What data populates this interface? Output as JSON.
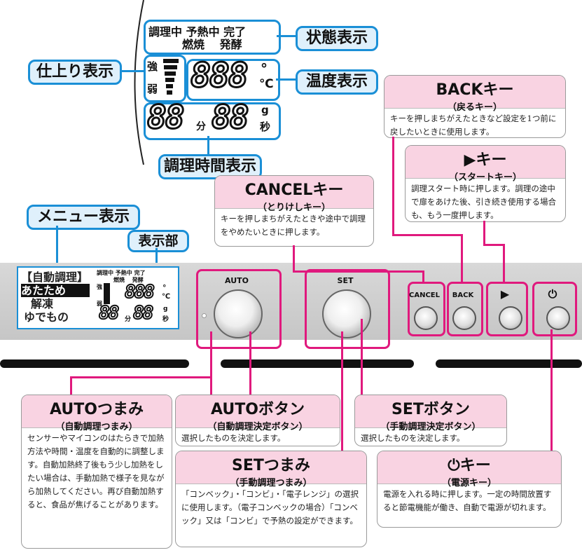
{
  "lcd_top": {
    "status_line1": "調理中 予熱中 完了",
    "status_line2": "燃焼　 発酵",
    "strength_high": "強",
    "strength_low": "弱",
    "temp_digits": "888",
    "deg": "°",
    "celsius": "℃",
    "time_min_digits": "88",
    "min_unit": "分",
    "time_sec_digits": "88",
    "g_unit": "g",
    "sec_unit": "秒"
  },
  "callouts": {
    "status": "状態表示",
    "finish": "仕上り表示",
    "temperature": "温度表示",
    "cook_time": "調理時間表示",
    "menu": "メニュー表示",
    "display_part": "表示部"
  },
  "menu_display": {
    "items": [
      "【自動調理】",
      "あたため",
      "解凍",
      "ゆでもの"
    ]
  },
  "panel": {
    "auto_label": "AUTO",
    "set_label": "SET",
    "cancel_label": "CANCEL",
    "back_label": "BACK",
    "start_symbol": "▶",
    "power_symbol": "⏻"
  },
  "cards": {
    "back": {
      "title": "BACKキー",
      "sub": "（戻るキー）",
      "body": "キーを押しまちがえたときなど設定を1つ前に戻したいときに使用します。"
    },
    "start": {
      "title": "▶キー",
      "sub": "（スタートキー）",
      "body": "調理スタート時に押します。調理の途中で扉をあけた後、引き続き使用する場合も、もう一度押します。"
    },
    "cancel": {
      "title": "CANCELキー",
      "sub": "（とりけしキー）",
      "body": "キーを押しまちがえたときや途中で調理をやめたいときに押します。"
    },
    "auto_knob": {
      "title": "AUTOつまみ",
      "sub": "（自動調理つまみ）",
      "body": "センサーやマイコンのはたらきで加熱方法や時間・温度を自動的に調整します。自動加熱終了後もう少し加熱をしたい場合は、手動加熱で様子を見ながら加熱してください。再び自動加熱すると、食品が焦げることがあります。"
    },
    "auto_button": {
      "title": "AUTOボタン",
      "sub": "（自動調理決定ボタン）",
      "body": "選択したものを決定します。"
    },
    "set_button": {
      "title": "SETボタン",
      "sub": "（手動調理決定ボタン）",
      "body": "選択したものを決定します。"
    },
    "set_knob": {
      "title": "SETつまみ",
      "sub": "（手動調理つまみ）",
      "body": "「コンベック」・「コンビ」・「電子レンジ」の選択に使用します。（電子コンベックの場合）「コンベック」又は「コンビ」で予熱の設定ができます。"
    },
    "power": {
      "title": "⏻キー",
      "sub": "（電源キー）",
      "body": "電源を入れる時に押します。一定の時間放置すると節電機能が働き、自動で電源が切れます。"
    }
  }
}
